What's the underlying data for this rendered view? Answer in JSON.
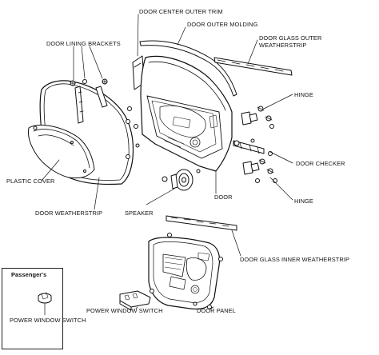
{
  "labels": {
    "door_center_outer_trim": "DOOR CENTER OUTER TRIM",
    "door_outer_molding": "DOOR OUTER MOLDING",
    "door_glass_outer_weatherstrip_1": "DOOR GLASS OUTER",
    "door_glass_outer_weatherstrip_2": "WEATHERSTRIP",
    "door_lining_brackets": "DOOR LINING BRACKETS",
    "hinge_top": "HINGE",
    "door_checker": "DOOR CHECKER",
    "plastic_cover": "PLASTIC COVER",
    "hinge_bottom": "HINGE",
    "door": "DOOR",
    "door_weatherstrip": "DOOR WEATHERSTRIP",
    "speaker": "SPEAKER",
    "door_glass_inner_weatherstrip": "DOOR GLASS INNER WEATHERSTRIP",
    "passengers": "Passenger's",
    "power_window_switch_left": "POWER WINDOW SWITCH",
    "power_window_switch_center": "POWER WINDOW SWITCH",
    "door_panel": "DOOR PANEL"
  }
}
